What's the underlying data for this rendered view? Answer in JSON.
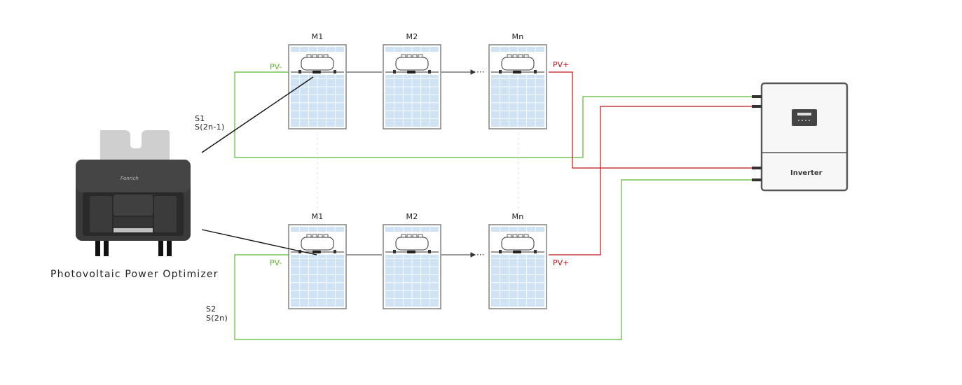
{
  "diagram": {
    "strings": [
      {
        "modules": [
          {
            "label": "M1"
          },
          {
            "label": "M2"
          },
          {
            "label": "Mn"
          }
        ],
        "ellipsis": "···",
        "neg_label": "PV-",
        "pos_label": "PV+",
        "series_label_line1": "S1",
        "series_label_line2": "S(2n-1)"
      },
      {
        "modules": [
          {
            "label": "M1"
          },
          {
            "label": "M2"
          },
          {
            "label": "Mn"
          }
        ],
        "ellipsis": "···",
        "neg_label": "PV-",
        "pos_label": "PV+",
        "series_label_line1": "S2",
        "series_label_line2": "S(2n)"
      }
    ],
    "optimizer": {
      "caption": "Photovoltaic Power Optimizer",
      "brand": "Fonrich"
    },
    "inverter": {
      "label": "Inverter"
    },
    "colors": {
      "positive_wire": "#c0141a",
      "negative_wire": "#5cb82e",
      "panel_fill": "#cfe3f5",
      "panel_frame": "#8a8a8a"
    }
  }
}
